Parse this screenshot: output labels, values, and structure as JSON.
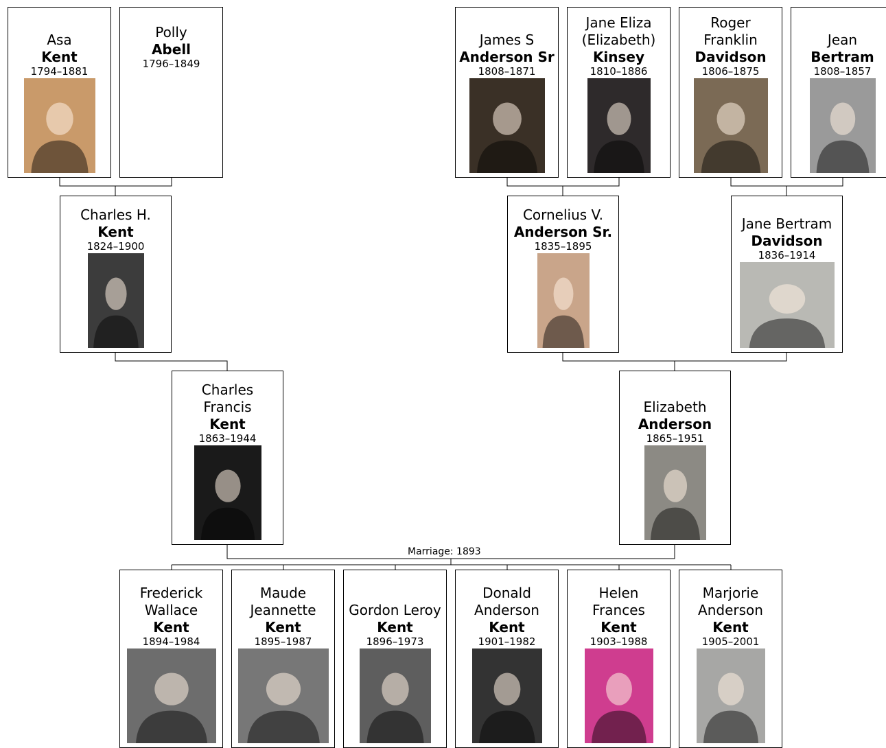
{
  "people": {
    "asa_kent": {
      "given": "Asa",
      "surname": "Kent",
      "years": "1794–1881",
      "photo": "portrait-photo",
      "tone": "#c99a6a"
    },
    "polly_abell": {
      "given": "Polly",
      "surname": "Abell",
      "years": "1796–1849",
      "photo": ""
    },
    "james_anderson": {
      "given": "James S",
      "surname": "Anderson Sr",
      "years": "1808–1871",
      "photo": "portrait-photo",
      "tone": "#3a3026"
    },
    "jane_kinsey": {
      "given": "Jane Eliza (Elizabeth)",
      "surname": "Kinsey",
      "years": "1810–1886",
      "photo": "portrait-photo",
      "tone": "#2e2a2b"
    },
    "roger_davidson": {
      "given": "Roger Franklin",
      "surname": "Davidson",
      "years": "1806–1875",
      "photo": "portrait-photo",
      "tone": "#7b6a55"
    },
    "jean_bertram": {
      "given": "Jean",
      "surname": "Bertram",
      "years": "1808–1857",
      "photo": "portrait-photo",
      "tone": "#9a9a9a"
    },
    "charles_h_kent": {
      "given": "Charles H.",
      "surname": "Kent",
      "years": "1824–1900",
      "photo": "portrait-photo",
      "tone": "#3c3c3c"
    },
    "cornelius_anderson": {
      "given": "Cornelius V.",
      "surname": "Anderson Sr.",
      "years": "1835–1895",
      "photo": "portrait-photo",
      "tone": "#c9a58a"
    },
    "jane_b_davidson": {
      "given": "Jane Bertram",
      "surname": "Davidson",
      "years": "1836–1914",
      "photo": "portrait-photo",
      "tone": "#b9b9b4"
    },
    "charles_f_kent": {
      "given": "Charles Francis",
      "surname": "Kent",
      "years": "1863–1944",
      "photo": "portrait-photo",
      "tone": "#1a1a1a"
    },
    "elizabeth_anderson": {
      "given": "Elizabeth",
      "surname": "Anderson",
      "years": "1865–1951",
      "photo": "portrait-photo",
      "tone": "#8c8a84"
    },
    "frederick_kent": {
      "given": "Frederick Wallace",
      "surname": "Kent",
      "years": "1894–1984",
      "photo": "portrait-photo",
      "tone": "#6d6d6d"
    },
    "maude_kent": {
      "given": "Maude Jeannette",
      "surname": "Kent",
      "years": "1895–1987",
      "photo": "portrait-photo",
      "tone": "#777777"
    },
    "gordon_kent": {
      "given": "Gordon Leroy",
      "surname": "Kent",
      "years": "1896–1973",
      "photo": "portrait-photo",
      "tone": "#5e5e5e"
    },
    "donald_kent": {
      "given": "Donald Anderson",
      "surname": "Kent",
      "years": "1901–1982",
      "photo": "portrait-photo",
      "tone": "#333333"
    },
    "helen_kent": {
      "given": "Helen Frances",
      "surname": "Kent",
      "years": "1903–1988",
      "photo": "portrait-photo",
      "tone": "#cf3d8f"
    },
    "marjorie_kent": {
      "given": "Marjorie Anderson",
      "surname": "Kent",
      "years": "1905–2001",
      "photo": "portrait-photo",
      "tone": "#a7a7a5"
    }
  },
  "marriage_label": "Marriage: 1893",
  "colors": {
    "border": "#000000",
    "connector": "#000000",
    "background": "#ffffff"
  }
}
